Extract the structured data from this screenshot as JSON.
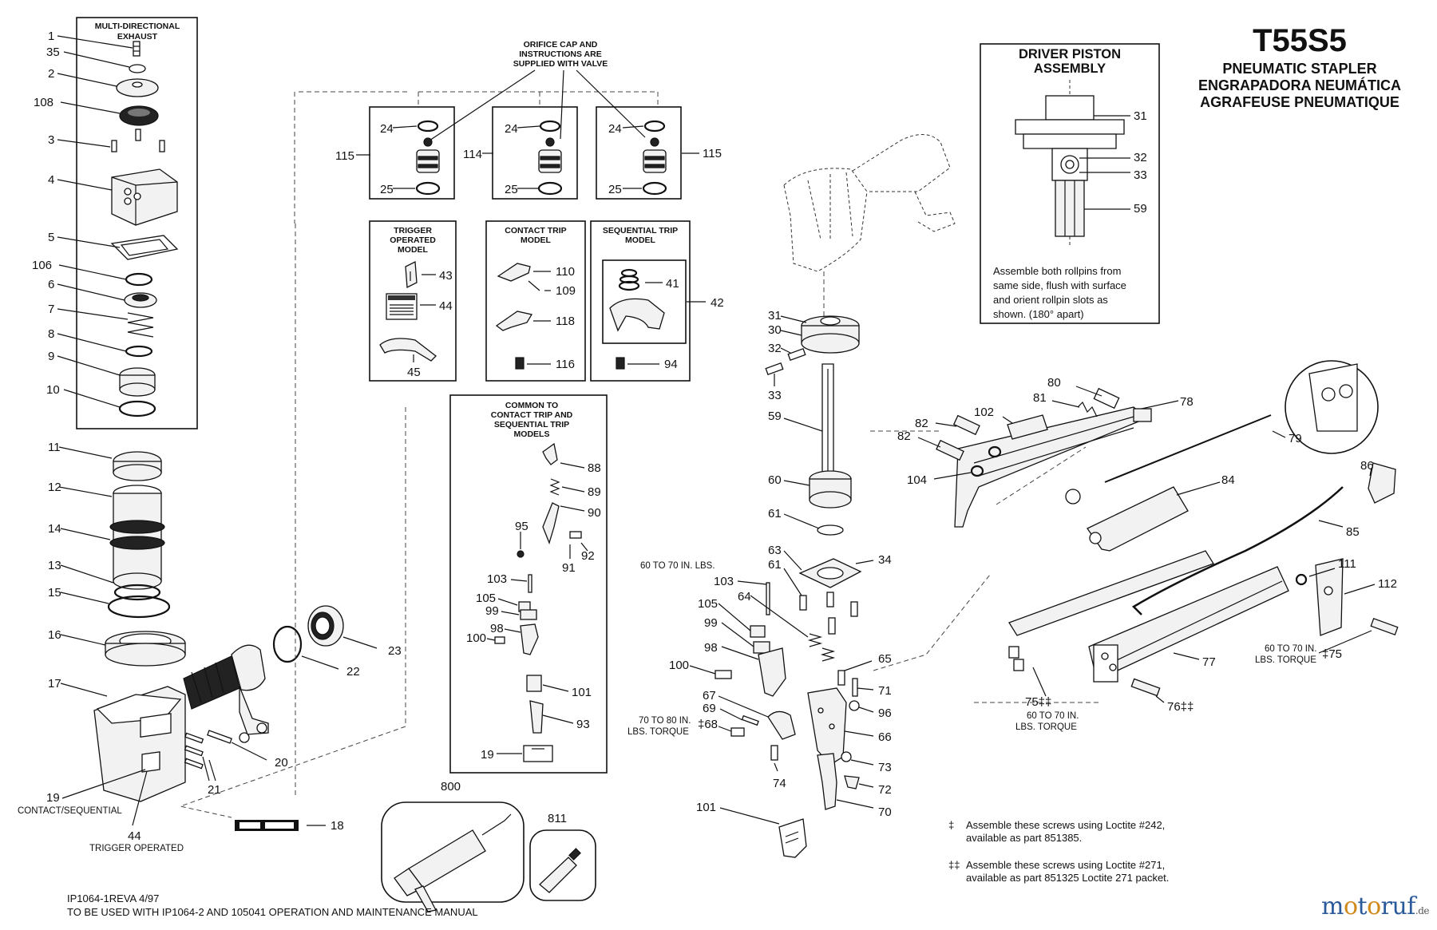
{
  "title": {
    "model": "T55S5",
    "lines": [
      "PNEUMATIC STAPLER",
      "ENGRAPADORA NEUMÁTICA",
      "AGRAFEUSE PNEUMATIQUE"
    ]
  },
  "exhaust_box": {
    "heading": [
      "MULTI-DIRECTIONAL",
      "EXHAUST"
    ]
  },
  "orifice_note": [
    "ORIFICE CAP AND",
    "INSTRUCTIONS ARE",
    "SUPPLIED WITH VALVE"
  ],
  "model_boxes": {
    "trigger": [
      "TRIGGER",
      "OPERATED",
      "MODEL"
    ],
    "contact": [
      "CONTACT TRIP",
      "MODEL"
    ],
    "sequential": [
      "SEQUENTIAL TRIP",
      "MODEL"
    ],
    "common": [
      "COMMON TO",
      "CONTACT TRIP AND",
      "SEQUENTIAL TRIP",
      "MODELS"
    ]
  },
  "driver_box": {
    "heading": [
      "DRIVER PISTON",
      "ASSEMBLY"
    ],
    "note": [
      "Assemble both rollpins from",
      "same side, flush with surface",
      "and orient rollpin slots as",
      "shown. (180° apart)"
    ],
    "numbers": [
      "31",
      "32",
      "33",
      "59"
    ]
  },
  "labels": {
    "n1": "1",
    "n35": "35",
    "n2": "2",
    "n108": "108",
    "n3": "3",
    "n4": "4",
    "n5": "5",
    "n106": "106",
    "n6": "6",
    "n7": "7",
    "n8": "8",
    "n9": "9",
    "n10": "10",
    "n11": "11",
    "n12": "12",
    "n14": "14",
    "n13": "13",
    "n15": "15",
    "n16": "16",
    "n17": "17",
    "n19": "19",
    "contact_sequential": "CONTACT/SEQUENTIAL",
    "n44b": "44",
    "trigger_operated": "TRIGGER OPERATED",
    "n21": "21",
    "n20": "20",
    "n22": "22",
    "n23": "23",
    "n18": "18",
    "n115a": "115",
    "n24a": "24",
    "n25a": "25",
    "n114": "114",
    "n24b": "24",
    "n25b": "25",
    "n24c": "24",
    "n25c": "25",
    "n115b": "115",
    "n43": "43",
    "n44": "44",
    "n45": "45",
    "n110": "110",
    "n109": "109",
    "n118": "118",
    "n116": "116",
    "n41": "41",
    "n42": "42",
    "n94": "94",
    "n88": "88",
    "n89": "89",
    "n90": "90",
    "n95": "95",
    "n91": "91",
    "n92": "92",
    "n103a": "103",
    "n105a": "105",
    "n99a": "99",
    "n98a": "98",
    "n100a": "100",
    "n101a": "101",
    "n93": "93",
    "n19b": "19",
    "n800": "800",
    "n811": "811",
    "n31": "31",
    "n30": "30",
    "n32": "32",
    "n33": "33",
    "n59": "59",
    "n60": "60",
    "n61": "61",
    "n63": "63",
    "n61b": "61",
    "n34": "34",
    "torque_60_70": "60 TO 70 IN. LBS.",
    "n103b": "103",
    "n64": "64",
    "n105b": "105",
    "n99b": "99",
    "n98b": "98",
    "n100b": "100",
    "n65": "65",
    "n71": "71",
    "n96": "96",
    "n67": "67",
    "n69": "69",
    "n66": "66",
    "torque_70_80a": "70 TO 80 IN.",
    "torque_70_80b": "LBS. TORQUE",
    "n68": "‡68",
    "n74": "74",
    "n73": "73",
    "n72": "72",
    "n70": "70",
    "n101b": "101",
    "n80": "80",
    "n81": "81",
    "n78": "78",
    "n102": "102",
    "n82a": "82",
    "n82b": "82",
    "n79": "79",
    "n104": "104",
    "n84": "84",
    "n86": "86",
    "n85": "85",
    "n111": "111",
    "n112": "112",
    "n77": "77",
    "torque_75a": "60 TO 70 IN.",
    "torque_75b": "LBS. TORQUE",
    "n75a": "‡75",
    "n75b": "75‡‡",
    "torque_75c": "60 TO 70 IN.",
    "torque_75d": "LBS. TORQUE",
    "n76": "76‡‡"
  },
  "footnotes": [
    {
      "symbol": "‡",
      "lines": [
        "Assemble these screws using Loctite #242,",
        "available as part 851385."
      ]
    },
    {
      "symbol": "‡‡",
      "lines": [
        "Assemble these screws using Loctite #271,",
        "available as part 851325 Loctite 271 packet."
      ]
    }
  ],
  "doc_footer": [
    "IP1064-1REVA   4/97",
    "TO BE USED WITH IP1064-2 AND 105041 OPERATION AND MAINTENANCE MANUAL"
  ],
  "watermark": {
    "a": "m",
    "o1": "o",
    "b": "t",
    "o2": "o",
    "c": "ruf",
    "tld": ".de"
  }
}
